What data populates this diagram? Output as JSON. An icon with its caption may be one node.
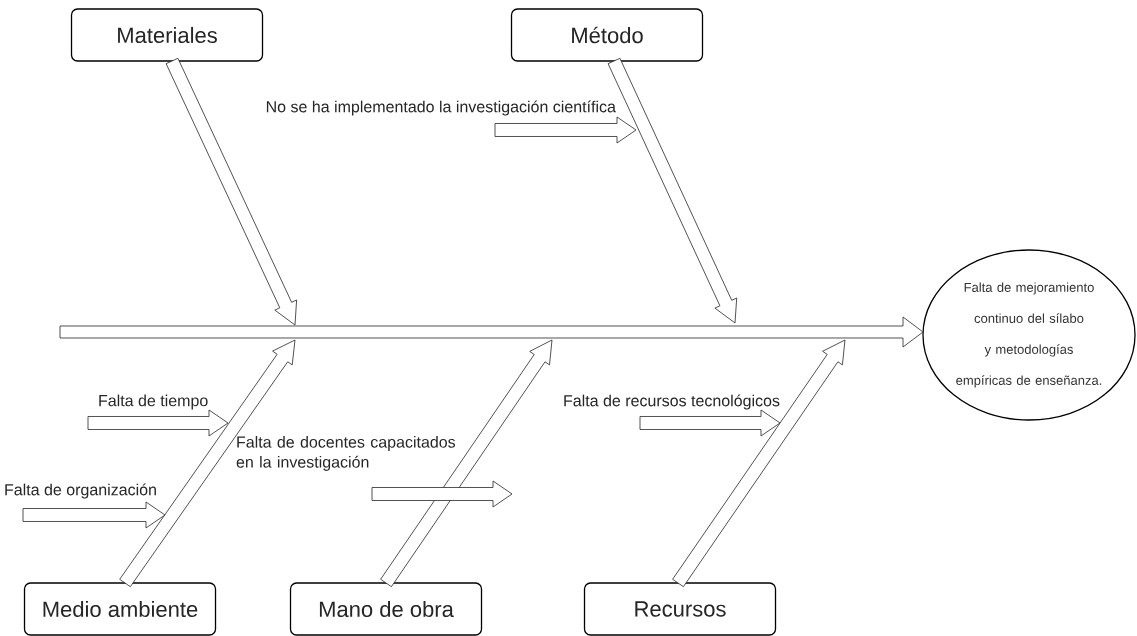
{
  "diagram": {
    "nodes": [
      {
        "text": [
          "Materiales"
        ]
      },
      {
        "text": [
          "Método"
        ]
      },
      {
        "text": [
          "Falta de mejoramiento continuo del sílabo y metodologías empíricas de enseñanza."
        ]
      },
      {
        "text": [
          "Medio ambiente"
        ]
      },
      {
        "text": [
          "Mano de obra"
        ]
      },
      {
        "text": [
          "Recursos"
        ]
      },
      {
        "text": [
          "No se ha implementado la investigación científica"
        ]
      },
      {
        "text": [
          "Falta de tiempo"
        ]
      },
      {
        "text": [
          "Falta de organización"
        ]
      },
      {
        "text": [
          "Falta de docentes capacitados en la investigación"
        ]
      },
      {
        "text": [
          "Falta de recursos tecnológicos"
        ]
      }
    ],
    "edges": [
      {
        "from": null,
        "to": 2,
        "arrow": "to"
      },
      {
        "from": 0,
        "to": null,
        "arrow": "to"
      },
      {
        "from": 1,
        "to": null,
        "arrow": "to"
      },
      {
        "from": 3,
        "to": null,
        "arrow": "to"
      },
      {
        "from": 4,
        "to": null,
        "arrow": "to"
      },
      {
        "from": 5,
        "to": null,
        "arrow": "to"
      },
      {
        "from": 6,
        "to": null,
        "arrow": "to"
      },
      {
        "from": 7,
        "to": null,
        "arrow": "to"
      },
      {
        "from": 8,
        "to": null,
        "arrow": "to"
      },
      {
        "from": 9,
        "to": null,
        "arrow": "to"
      },
      {
        "from": 10,
        "to": null,
        "arrow": "to"
      }
    ]
  }
}
